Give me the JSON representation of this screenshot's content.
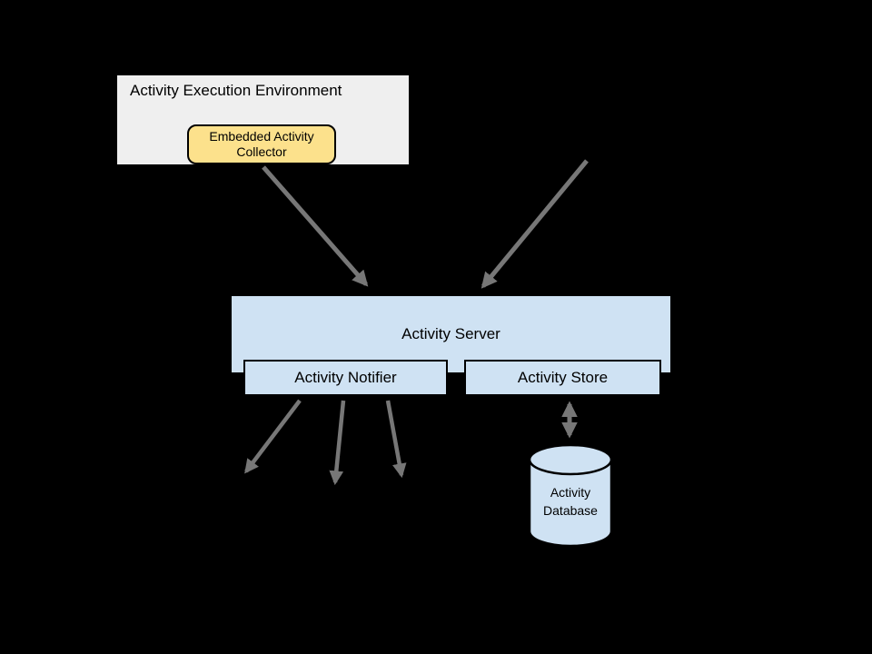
{
  "canvas": {
    "background": "#000000",
    "border_color": "#000000",
    "arrow_color": "#777777"
  },
  "nodes": {
    "environment": {
      "title": "Activity Execution Environment",
      "fill": "#efefef"
    },
    "collector": {
      "label": "Embedded Activity\nCollector",
      "fill": "#fce18c"
    },
    "server": {
      "label": "Activity Server",
      "fill": "#cfe2f3"
    },
    "notifier": {
      "label": "Activity Notifier",
      "fill": "#cfe2f3"
    },
    "store": {
      "label": "Activity Store",
      "fill": "#cfe2f3"
    },
    "database": {
      "label": "Activity\nDatabase",
      "fill": "#cfe2f3"
    }
  },
  "arrows": {
    "color": "#777777",
    "items": [
      {
        "name": "collector-to-server",
        "direction": "down"
      },
      {
        "name": "external-to-server",
        "direction": "down"
      },
      {
        "name": "notifier-out-left",
        "direction": "down"
      },
      {
        "name": "notifier-out-middle",
        "direction": "down"
      },
      {
        "name": "notifier-out-right",
        "direction": "down"
      },
      {
        "name": "store-database",
        "direction": "bidirectional"
      }
    ]
  }
}
